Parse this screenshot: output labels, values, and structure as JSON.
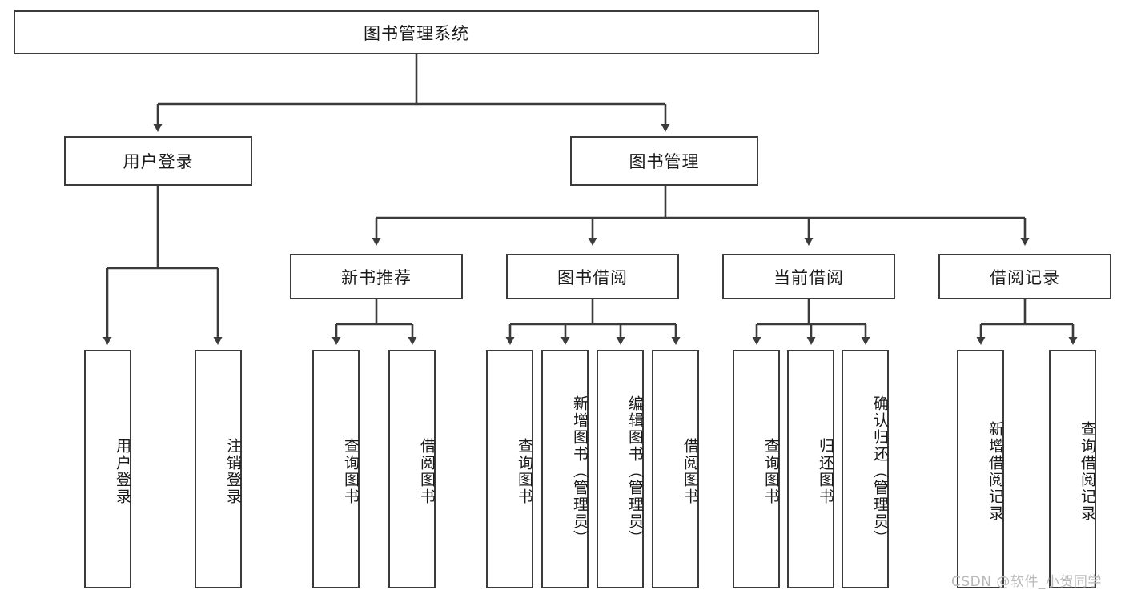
{
  "diagram": {
    "title": "图书管理系统",
    "type": "tree-hierarchy",
    "root": {
      "label": "图书管理系统"
    },
    "level2": [
      {
        "label": "用户登录"
      },
      {
        "label": "图书管理"
      }
    ],
    "level3": [
      {
        "label": "新书推荐"
      },
      {
        "label": "图书借阅"
      },
      {
        "label": "当前借阅"
      },
      {
        "label": "借阅记录"
      }
    ],
    "leaves": {
      "user_login": [
        {
          "label": "用户登录"
        },
        {
          "label": "注销登录"
        }
      ],
      "new_book_recommend": [
        {
          "label": "查询图书"
        },
        {
          "label": "借阅图书"
        }
      ],
      "book_borrow": [
        {
          "label": "查询图书"
        },
        {
          "label": "新增图书（管理员）"
        },
        {
          "label": "编辑图书（管理员）"
        },
        {
          "label": "借阅图书"
        }
      ],
      "current_borrow": [
        {
          "label": "查询图书"
        },
        {
          "label": "归还图书"
        },
        {
          "label": "确认归还（管理员）"
        }
      ],
      "borrow_record": [
        {
          "label": "新增借阅记录"
        },
        {
          "label": "查询借阅记录"
        }
      ]
    }
  },
  "watermark": {
    "text": "CSDN @软件_小贺同学"
  },
  "colors": {
    "stroke": "#3b3b3b",
    "background": "#ffffff",
    "text": "#1a1a1a",
    "watermark": "#b9b9b9"
  }
}
